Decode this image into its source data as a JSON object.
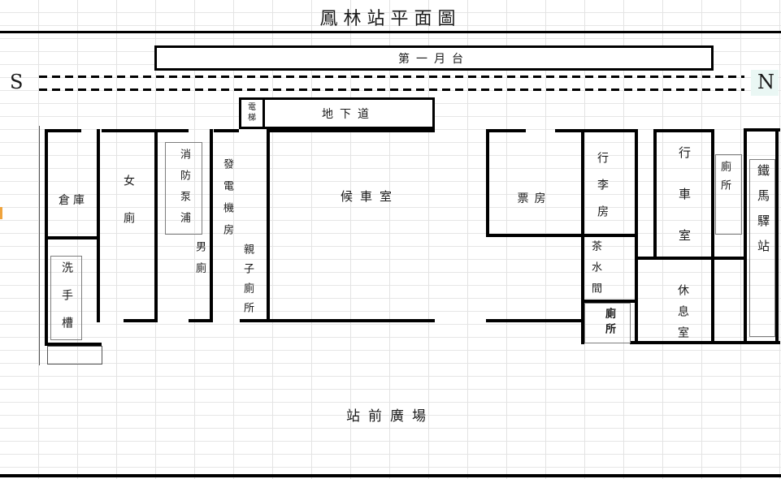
{
  "title": "鳳林站平面圖",
  "compass": {
    "south_label": "S",
    "north_label": "N"
  },
  "platform_label": "第一月台",
  "rooms": {
    "elevator": "電梯",
    "underpass": "地下道",
    "warehouse": "倉庫",
    "womens_toilet": "女廁",
    "fire_pump": "消防泵浦",
    "generator_room": "發電機房",
    "mens_toilet": "男廁",
    "family_toilet": "親子廁所",
    "waiting_room": "候車室",
    "wash_basin": "洗手槽",
    "ticket_office": "票房",
    "luggage_room": "行李房",
    "tea_room": "茶水間",
    "toilet_by_tea_room": "廁所",
    "operations_room": "行車室",
    "toilet_by_operations_room": "廁所",
    "rest_room": "休息室",
    "bike_station": "鐵馬驛站",
    "plaza": "站前廣場"
  },
  "colors": {
    "wall": "#000000",
    "grid_line": "#e3e3e3",
    "row_marker": "#efa33c",
    "north_cell_tint": "#eaf7f4"
  }
}
